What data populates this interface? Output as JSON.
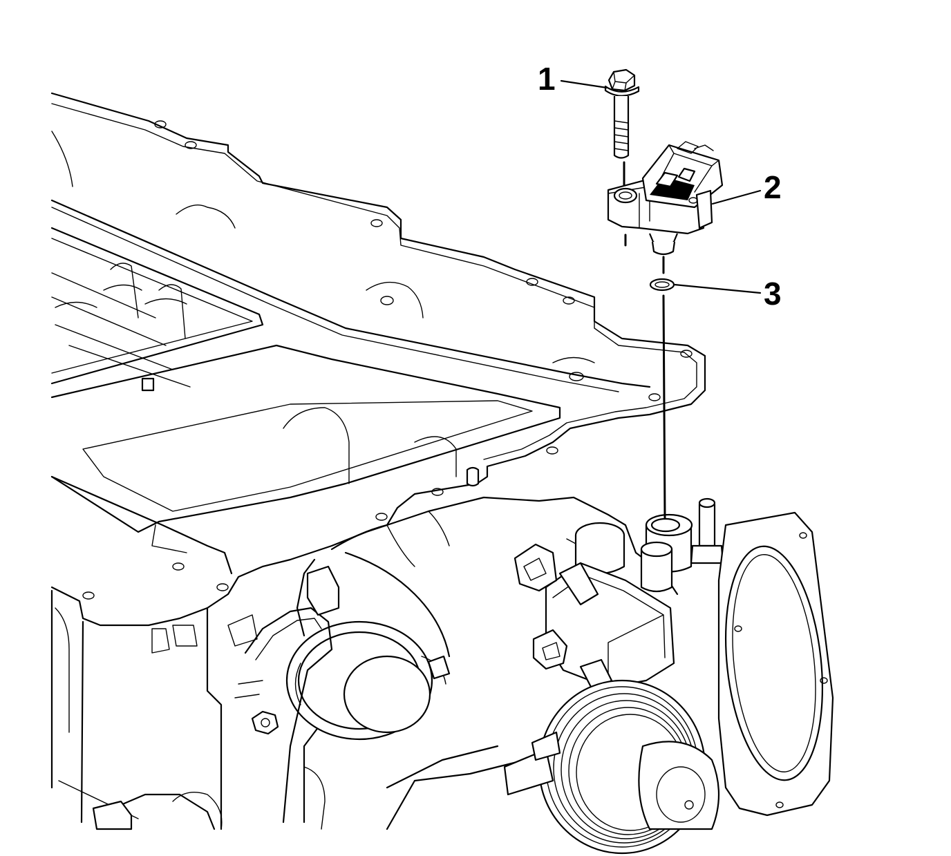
{
  "diagram": {
    "callouts": [
      {
        "number": "1",
        "part": "bolt"
      },
      {
        "number": "2",
        "part": "sensor"
      },
      {
        "number": "3",
        "part": "seal"
      }
    ],
    "line_color": "#000000",
    "background": "#ffffff"
  }
}
